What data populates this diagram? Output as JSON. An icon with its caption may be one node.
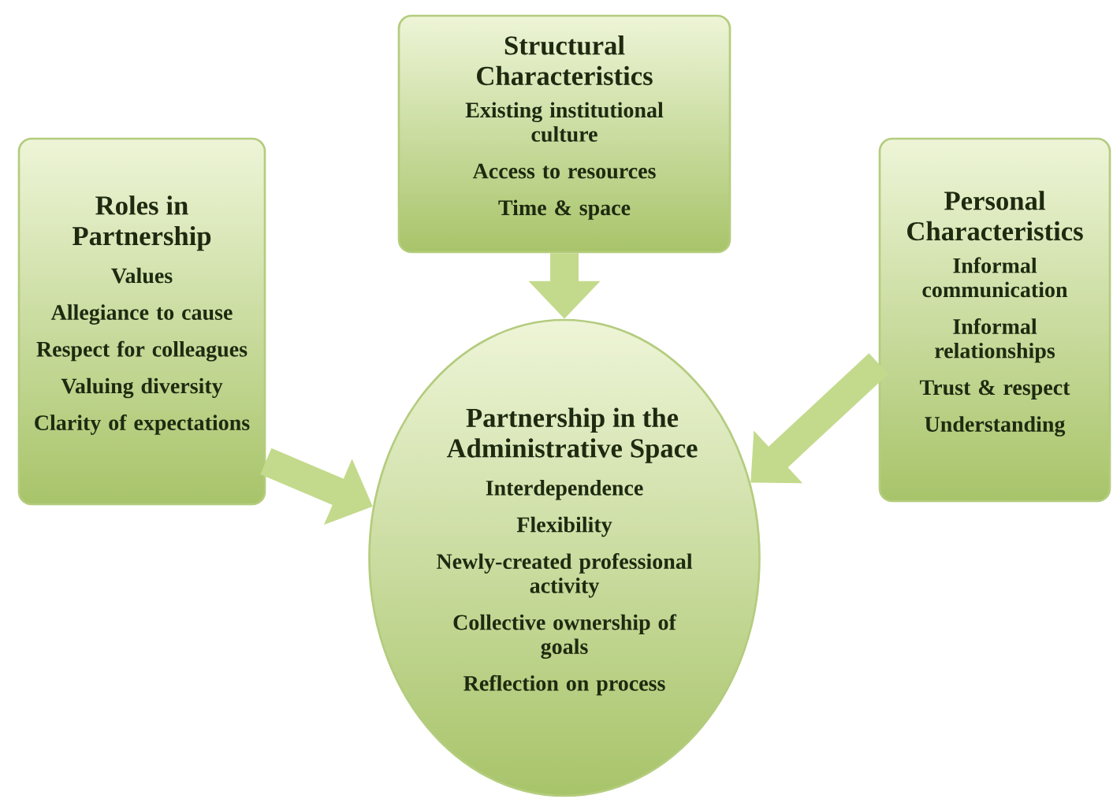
{
  "diagram": {
    "nodes": [
      {
        "text": [
          "Roles in Partnership",
          "Values",
          "Allegiance to cause",
          "Respect for colleagues",
          "Valuing diversity",
          "Clarity of expectations"
        ]
      },
      {
        "text": [
          "Structural Characteristics",
          "Existing institutional culture",
          "Access to resources",
          "Time & space"
        ]
      },
      {
        "text": [
          "Personal Characteristics",
          "Informal communication",
          "Informal relationships",
          "Trust & respect",
          "Understanding"
        ]
      },
      {
        "text": [
          "Partnership in the Administrative Space",
          "Interdependence",
          "Flexibility",
          "Newly-created professional activity",
          "Collective ownership of goals",
          "Reflection on process"
        ]
      }
    ],
    "edges": [
      {
        "from": 0,
        "to": 3,
        "arrow": "to"
      },
      {
        "from": 1,
        "to": 3,
        "arrow": "to"
      },
      {
        "from": 2,
        "to": 3,
        "arrow": "to"
      }
    ]
  }
}
